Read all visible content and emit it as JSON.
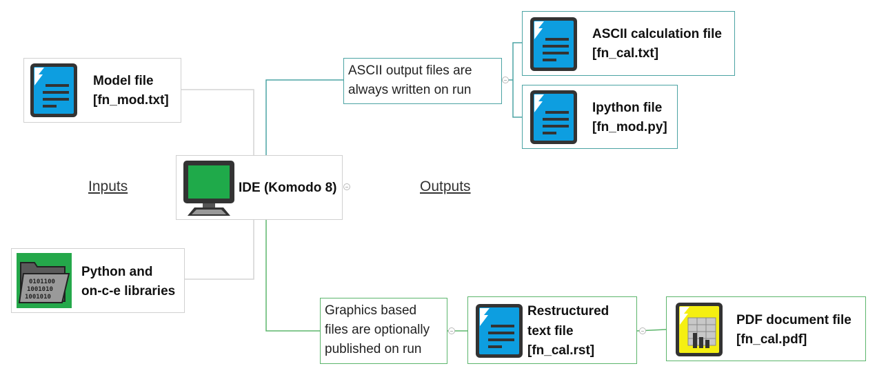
{
  "sections": {
    "inputs": "Inputs",
    "outputs": "Outputs"
  },
  "center": {
    "label": "IDE (Komodo 8)",
    "icon": "monitor-icon"
  },
  "inputs": {
    "model_file": {
      "line1": "Model file",
      "line2": "[fn_mod.txt]",
      "icon": "text-document-icon"
    },
    "libraries": {
      "line1": "Python and",
      "line2": "on-c-e libraries",
      "icon": "binary-folder-icon"
    }
  },
  "ascii_branch": {
    "note": {
      "line1": "ASCII output files are",
      "line2": "always written on run"
    },
    "calc_file": {
      "line1": "ASCII calculation file",
      "line2": "[fn_cal.txt]",
      "icon": "text-document-icon"
    },
    "ipython_file": {
      "line1": "Ipython file",
      "line2": "[fn_mod.py]",
      "icon": "text-document-icon"
    }
  },
  "graphics_branch": {
    "note": {
      "line1": "Graphics based",
      "line2": "files are optionally",
      "line3": "published on run"
    },
    "rst_file": {
      "line1": "Restructured",
      "line2": "text file",
      "line3": "[fn_cal.rst]",
      "icon": "text-document-icon"
    },
    "pdf_file": {
      "line1": "PDF document file",
      "line2": "[fn_cal.pdf]",
      "icon": "pdf-chart-document-icon"
    }
  },
  "colors": {
    "teal_line": "#4aa3a3",
    "green_line": "#5bb56b",
    "doc_blue": "#0d9ee0",
    "monitor_green": "#1faa4a",
    "pdf_yellow": "#f5ef12",
    "folder_green": "#24a84a"
  }
}
